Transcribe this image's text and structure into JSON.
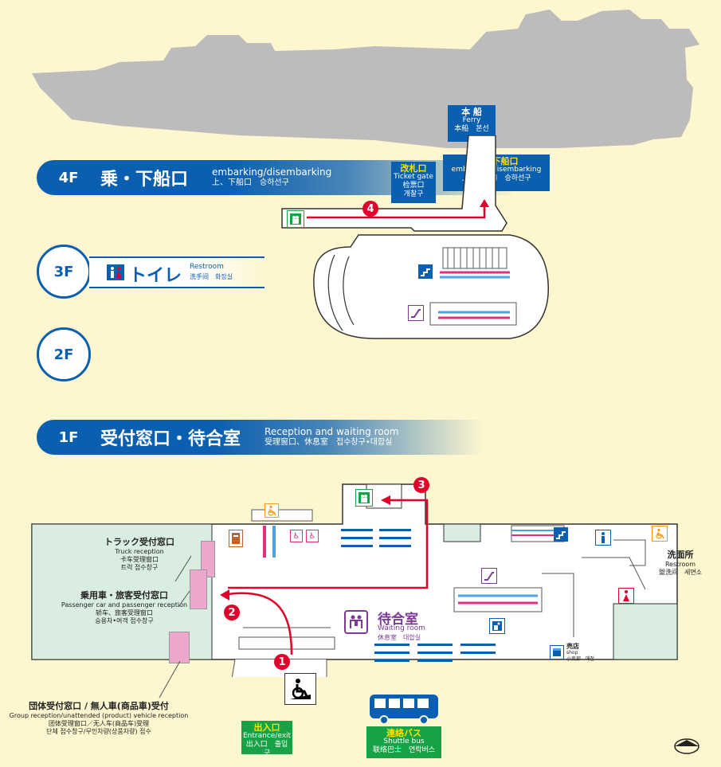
{
  "colors": {
    "background": "#fdf6cf",
    "blue": "#0b5fb0",
    "ship": "#bcbcbc",
    "floor_green": "#d9eee0",
    "pink": "#eea7cc",
    "route": "#e1002a",
    "green": "#17a345"
  },
  "floors": {
    "f4": {
      "label": "4F",
      "title": "乗・下船口",
      "en": "embarking/disembarking",
      "sub": "上、下船口　승하선구"
    },
    "f3": {
      "label": "3F",
      "title": "トイレ",
      "en": "Restroom",
      "sub": "洗手间　화장실"
    },
    "f2": {
      "label": "2F"
    },
    "f1": {
      "label": "1F",
      "title": "受付窓口・待合室",
      "en": "Reception and waiting room",
      "sub": "受理窗口、休息室　접수창구•대합실"
    }
  },
  "ferry_box": {
    "title": "本 船",
    "en": "Ferry",
    "sub": "本船　본선"
  },
  "ticket_gate": {
    "title": "改札口",
    "en": "Ticket gate",
    "cn": "检票口",
    "kr": "개찰구"
  },
  "embark_box": {
    "title": "乗・下船口",
    "en": "embarking/disembarking",
    "sub": "上、下船口　승하선구"
  },
  "truck_reception": {
    "title": "トラック受付窓口",
    "en": "Truck reception",
    "cn": "卡车受理窗口",
    "kr": "트럭 접수창구"
  },
  "passenger_reception": {
    "title": "乗用車・旅客受付窓口",
    "en": "Passenger car and passenger reception",
    "cn": "轿车、旅客受理窗口",
    "kr": "승용차•여객 접수창구"
  },
  "group_reception": {
    "title": "団体受付窓口 / 無人車(商品車)受付",
    "en": "Group reception/unattended (product) vehicle reception",
    "cn": "团体受理窗口／无人车(商品车)受理",
    "kr": "단체 접수창구/무인차량(상품차량) 접수"
  },
  "waiting_room": {
    "title": "待合室",
    "en": "Waiting room",
    "sub": "休息室　대합실"
  },
  "restroom_1f": {
    "title": "洗面所",
    "en": "Restroom",
    "sub": "盥洗间　세면소"
  },
  "shop": {
    "title": "売店",
    "en": "shop",
    "sub": "小卖部　매점"
  },
  "entrance": {
    "title": "出入口",
    "en": "Entrance/exit",
    "sub": "出入口　출입구"
  },
  "shuttle": {
    "title": "連絡バス",
    "en": "Shuttle bus",
    "sub": "联络巴士　연락버스"
  },
  "markers": [
    "1",
    "2",
    "3",
    "4"
  ],
  "icons": [
    "elevator-icon",
    "escalator-icon",
    "stairs-icon",
    "restroom-icon",
    "accessible-icon",
    "bus-icon",
    "compass-icon"
  ]
}
